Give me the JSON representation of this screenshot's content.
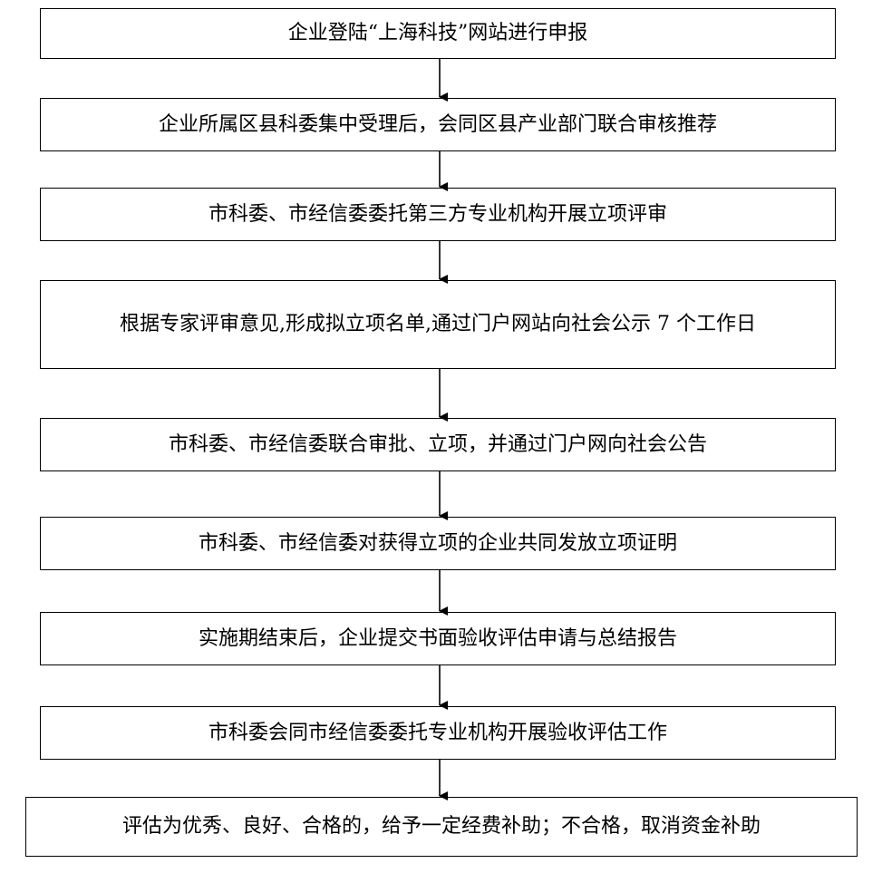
{
  "steps": [
    {
      "text": "企业登陆“上海科技”网站进行申报"
    },
    {
      "text": "企业所属区县科委集中受理后，会同区县产业部门联合审核推荐"
    },
    {
      "text": "市科委、市经信委委托第三方专业机构开展立项评审"
    },
    {
      "text": "根据专家评审意见,形成拟立项名单,通过门户网站向社会公示 7 个工作日"
    },
    {
      "text": "市科委、市经信委联合审批、立项，并通过门户网向社会公告"
    },
    {
      "text": "市科委、市经信委对获得立项的企业共同发放立项证明"
    },
    {
      "text": "实施期结束后，企业提交书面验收评估申请与总结报告"
    },
    {
      "text": "市科委会同市经信委委托专业机构开展验收评估工作"
    },
    {
      "text": "评估为优秀、良好、合格的，给予一定经费补助；不合格，取消资金补助"
    }
  ]
}
